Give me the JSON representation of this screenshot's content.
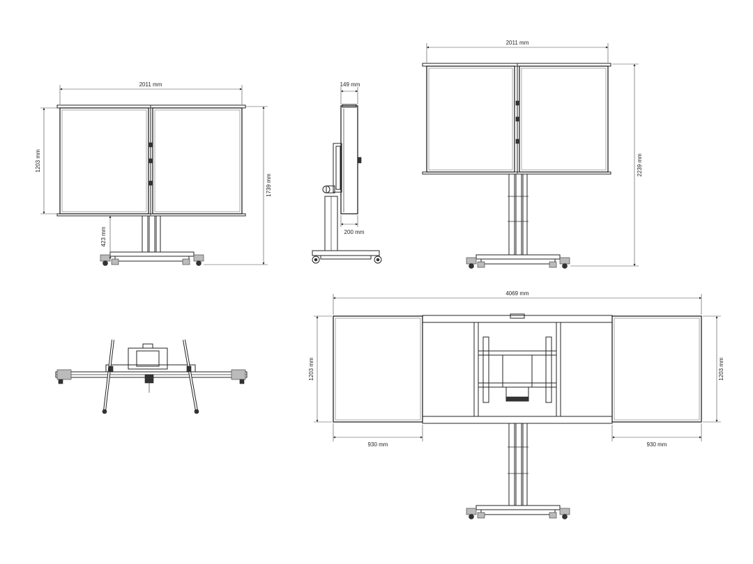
{
  "dimensions": {
    "front_width": "2011 mm",
    "front_panel_height": "1203 mm",
    "front_total_height": "1739 mm",
    "front_floor_clearance": "423 mm",
    "side_depth_top": "149 mm",
    "side_depth_bottom": "200 mm",
    "raised_width": "2011 mm",
    "raised_total_height": "2239 mm",
    "open_total_width": "4069 mm",
    "open_panel_height_left": "1203 mm",
    "open_panel_height_right": "1203 mm",
    "open_wing_left": "930 mm",
    "open_wing_right": "930 mm"
  },
  "colors": {
    "line": "#222222",
    "background": "#ffffff"
  }
}
